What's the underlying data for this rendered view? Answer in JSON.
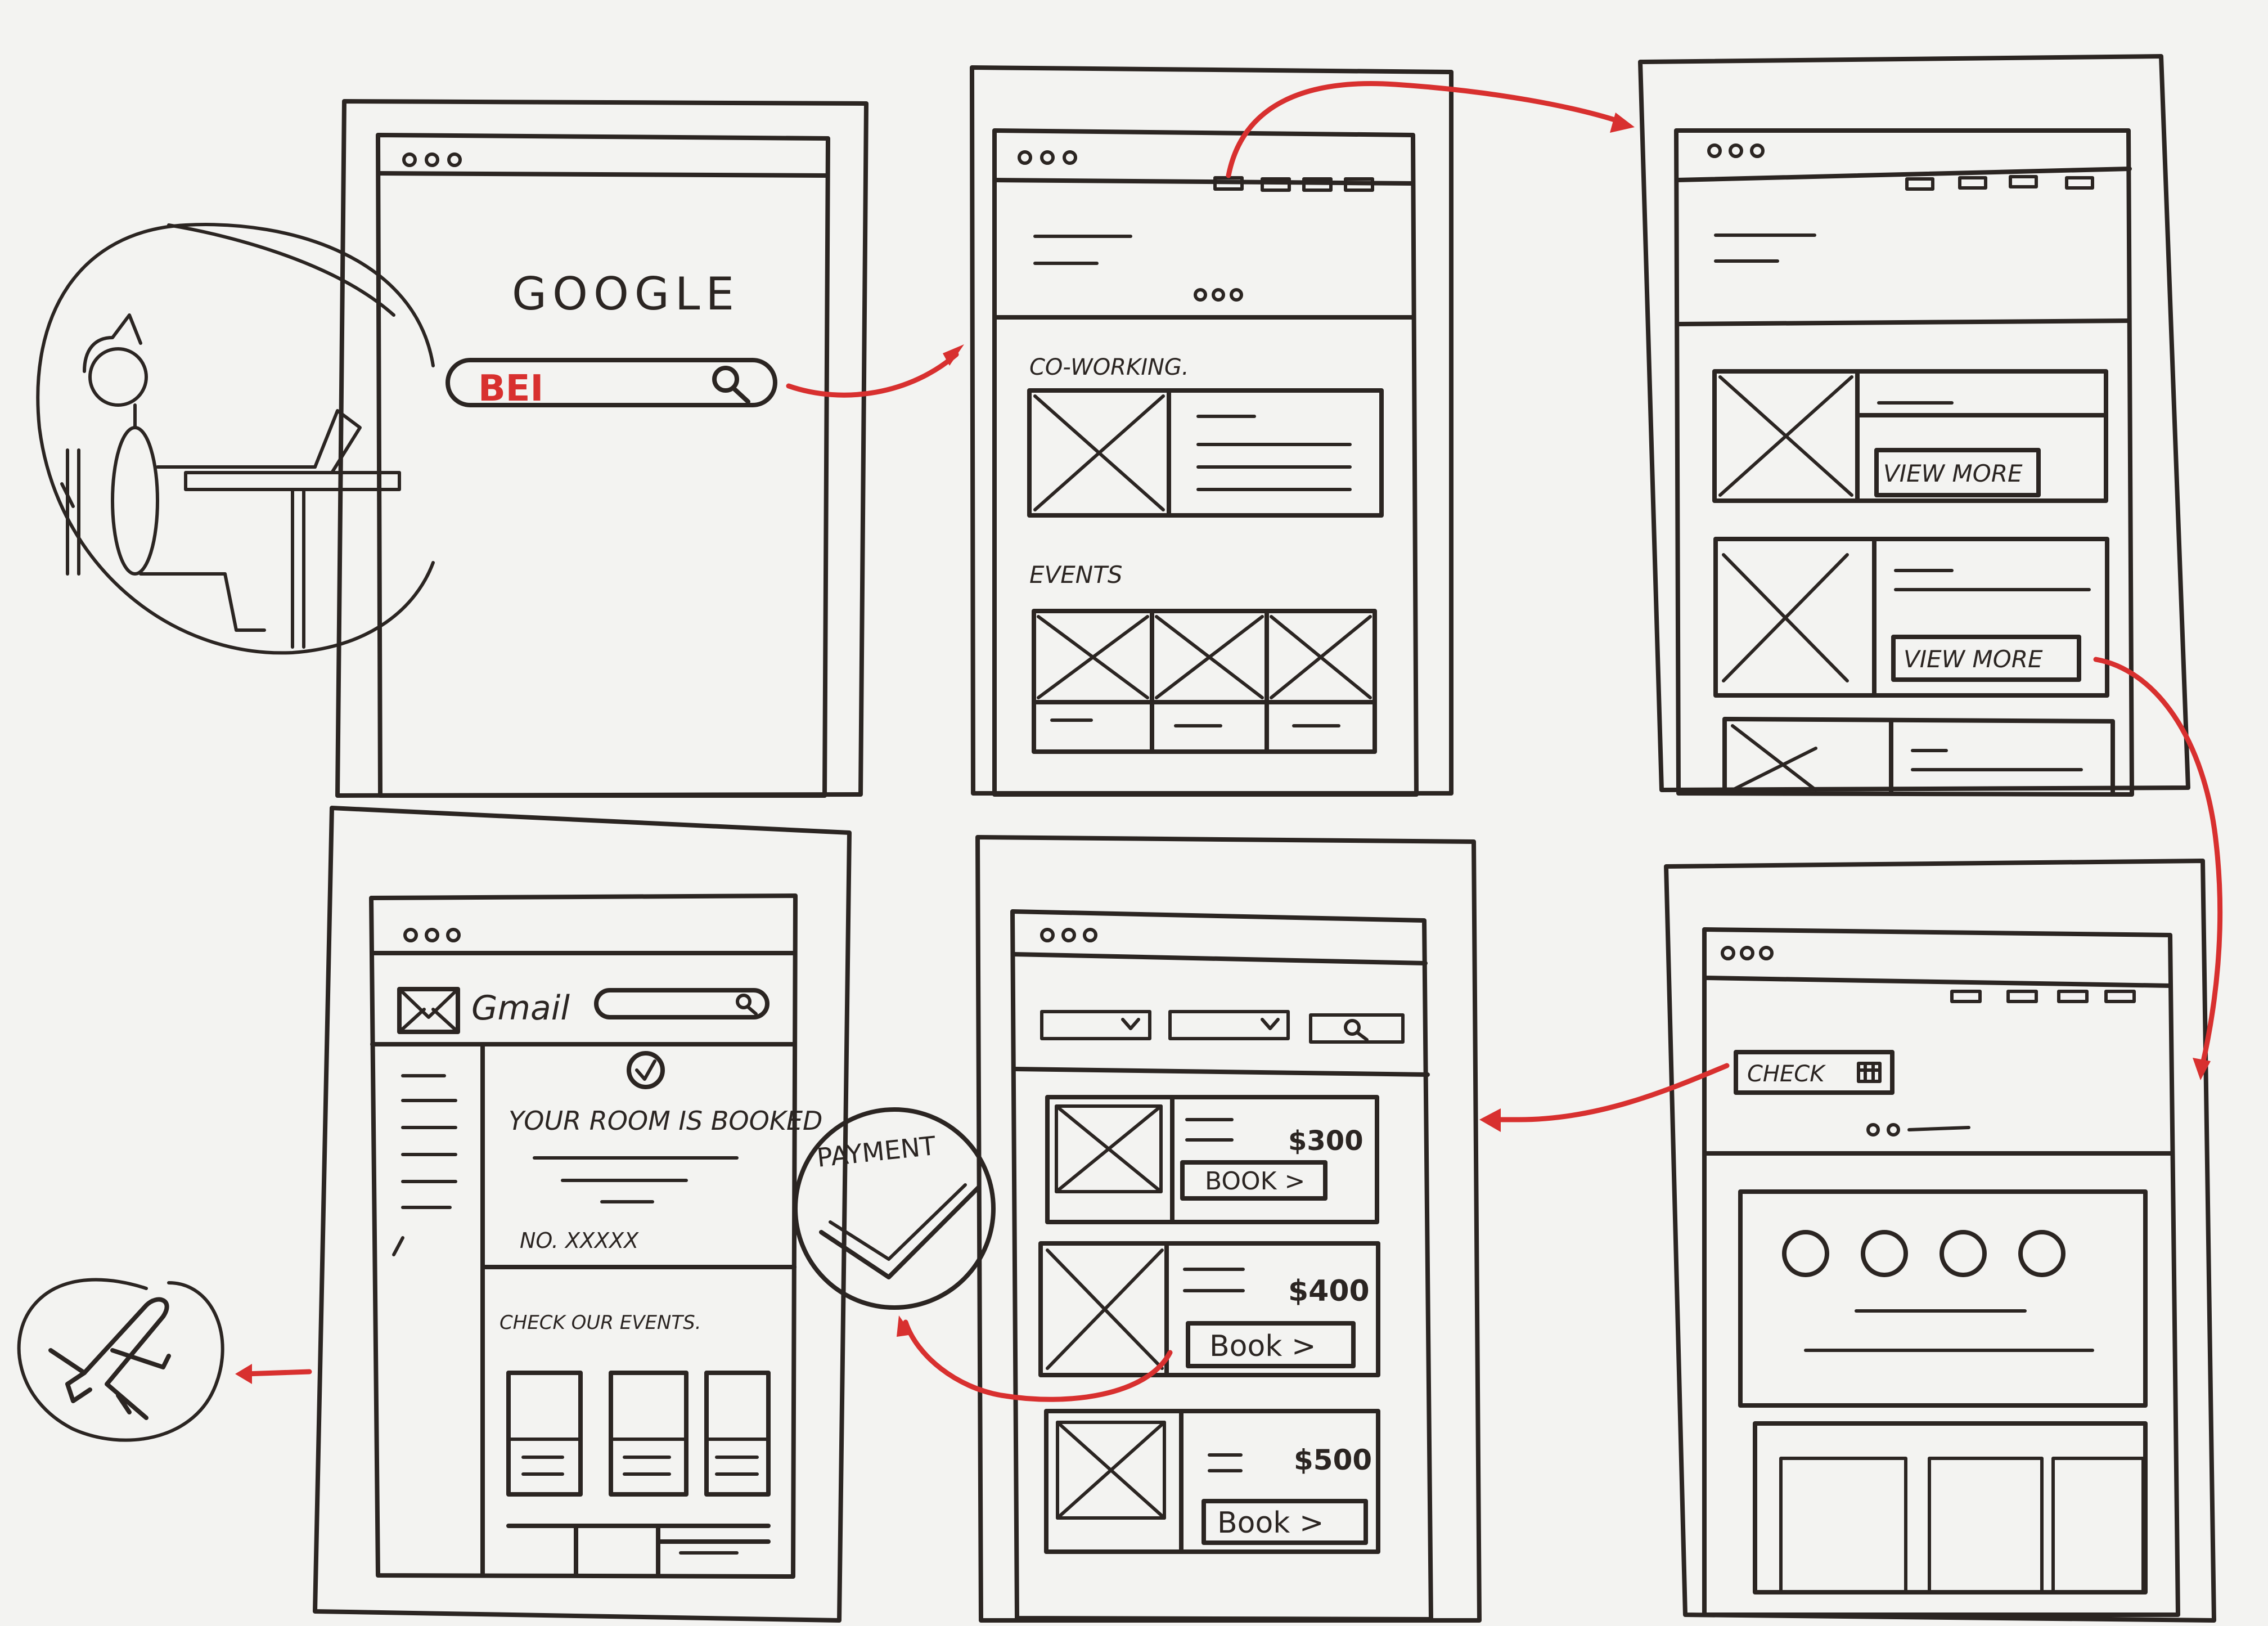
{
  "colors": {
    "ink": "#2b2522",
    "accent": "#d8302f",
    "paper": "#f3f3f1"
  },
  "screen1": {
    "logo": "GOOGLE",
    "search_value": "BEI",
    "icons": [
      "search-icon"
    ]
  },
  "screen2": {
    "section_coworking": "CO-WORKING.",
    "section_events": "EVENTS"
  },
  "screen3": {
    "view_more_1": "VIEW MORE",
    "view_more_2": "VIEW MORE"
  },
  "screen4": {
    "check_button": "CHECK",
    "icons": [
      "calendar-icon"
    ]
  },
  "screen5": {
    "listings": [
      {
        "price": "$300",
        "book_label": "BOOK >"
      },
      {
        "price": "$400",
        "book_label": "Book >"
      },
      {
        "price": "$500",
        "book_label": "Book >"
      }
    ]
  },
  "payment": {
    "label": "PAYMENT"
  },
  "screen6": {
    "app_name": "Gmail",
    "heading": "YOUR ROOM IS BOOKED",
    "booking_number": "NO. XXXXX",
    "events_label": "CHECK OUR EVENTS."
  },
  "end_icon": "airplane-icon"
}
